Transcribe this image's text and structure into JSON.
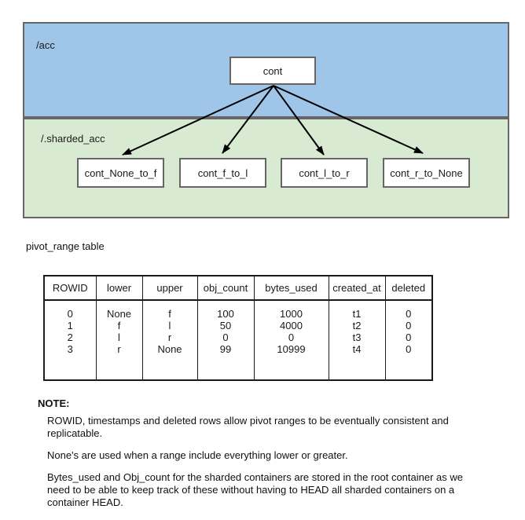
{
  "diagram": {
    "zones": [
      {
        "label": "/acc"
      },
      {
        "label": "/.sharded_acc"
      }
    ],
    "root_node": {
      "label": "cont"
    },
    "shard_nodes": [
      {
        "label": "cont_None_to_f"
      },
      {
        "label": "cont_f_to_l"
      },
      {
        "label": "cont_l_to_r"
      },
      {
        "label": "cont_r_to_None"
      }
    ],
    "edges": [
      {
        "from": "cont",
        "to": "cont_None_to_f"
      },
      {
        "from": "cont",
        "to": "cont_f_to_l"
      },
      {
        "from": "cont",
        "to": "cont_l_to_r"
      },
      {
        "from": "cont",
        "to": "cont_r_to_None"
      }
    ],
    "colors": {
      "acc_zone_bg": "#9fc5e8",
      "sharded_zone_bg": "#d9ead3",
      "zone_border": "#666666",
      "node_bg": "#ffffff",
      "node_border": "#666666",
      "arrow": "#000000"
    }
  },
  "table": {
    "title": "pivot_range table",
    "headers": [
      "ROWID",
      "lower",
      "upper",
      "obj_count",
      "bytes_used",
      "created_at",
      "deleted"
    ],
    "rows": [
      [
        "0",
        "None",
        "f",
        "100",
        "1000",
        "t1",
        "0"
      ],
      [
        "1",
        "f",
        "l",
        "50",
        "4000",
        "t2",
        "0"
      ],
      [
        "2",
        "l",
        "r",
        "0",
        "0",
        "t3",
        "0"
      ],
      [
        "3",
        "r",
        "None",
        "99",
        "10999",
        "t4",
        "0"
      ]
    ]
  },
  "note": {
    "heading": "NOTE:",
    "paragraphs": [
      [
        "ROWID, timestamps and deleted rows allow pivot ranges to be eventually consistent and",
        "replicatable."
      ],
      [
        "None's are used when a range include everything lower or greater."
      ],
      [
        "Bytes_used and Obj_count for the sharded containers are stored in the root container as we",
        "need to be able to keep track of these without having to HEAD all sharded containers on a",
        "container HEAD."
      ]
    ]
  }
}
